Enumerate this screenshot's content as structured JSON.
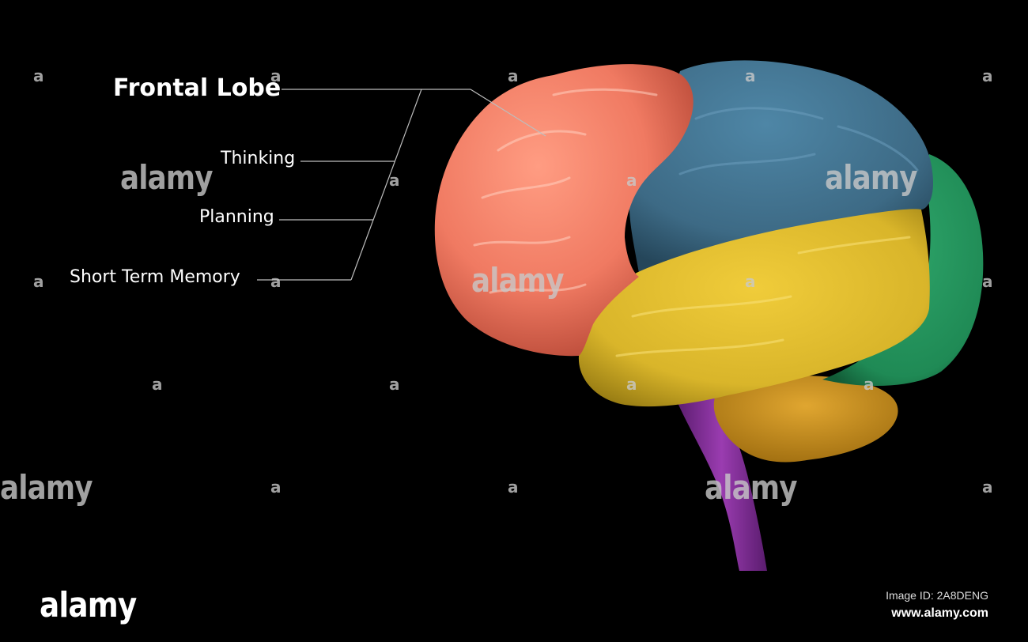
{
  "diagram": {
    "title": "Frontal Lobe",
    "items": [
      {
        "label": "Thinking"
      },
      {
        "label": "Planning"
      },
      {
        "label": "Short Term Memory"
      }
    ]
  },
  "colors": {
    "frontal": "#f07a62",
    "parietal": "#3d6a85",
    "temporal": "#d9b52a",
    "occipital": "#1f8a55",
    "cerebellum": "#c8901e",
    "brainstem": "#7a2c8c",
    "background": "#000000"
  },
  "watermark": {
    "brand": "alamy",
    "mark": "a"
  },
  "footer": {
    "logo": "alamy",
    "image_id": "Image ID: 2A8DENG",
    "url": "www.alamy.com"
  }
}
